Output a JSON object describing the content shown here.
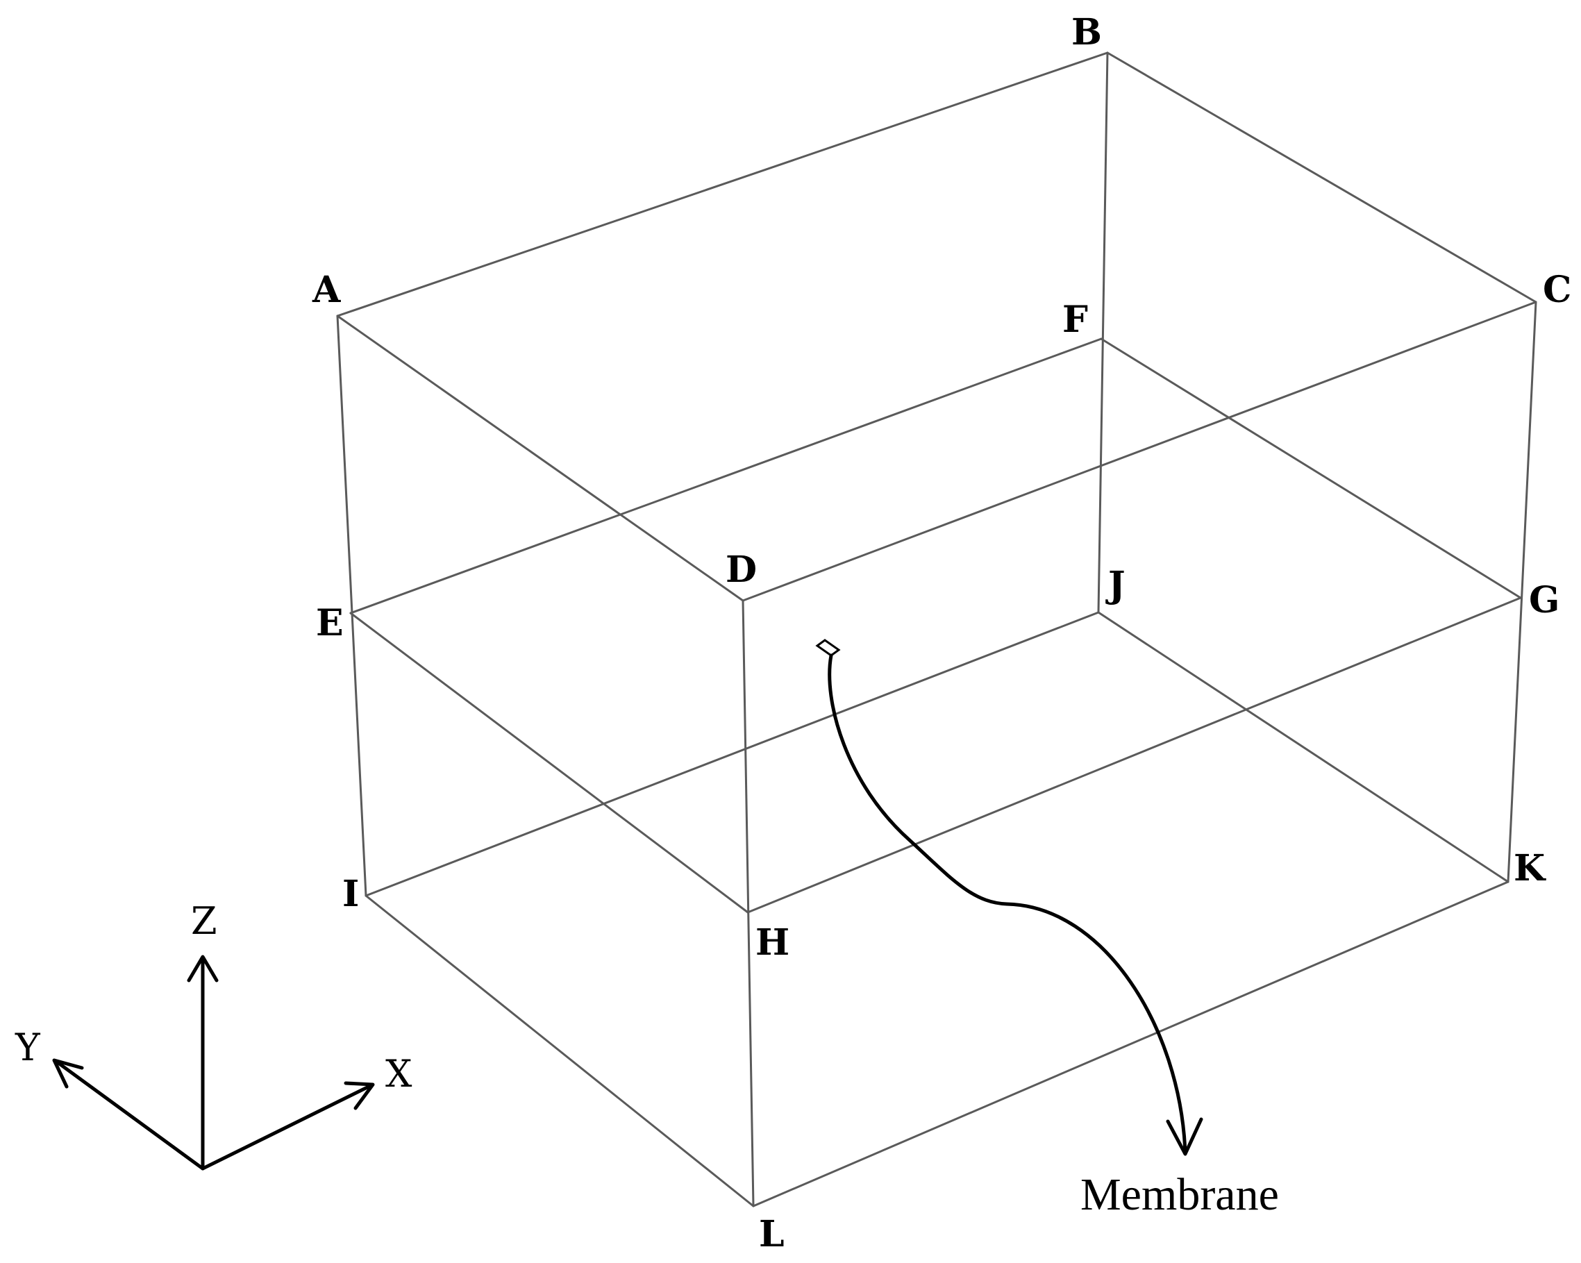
{
  "diagram": {
    "vertex_labels": {
      "A": "A",
      "B": "B",
      "C": "C",
      "D": "D",
      "E": "E",
      "F": "F",
      "G": "G",
      "H": "H",
      "I": "I",
      "J": "J",
      "K": "K",
      "L": "L"
    },
    "axes": {
      "x": "X",
      "y": "Y",
      "z": "Z"
    },
    "callout_label": "Membrane"
  }
}
